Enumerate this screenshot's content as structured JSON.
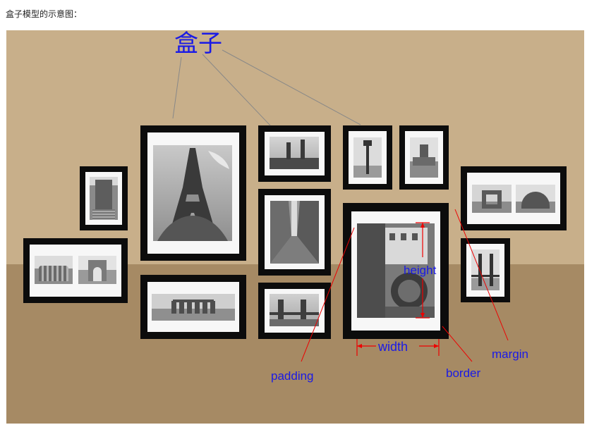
{
  "caption": "盒子模型的示意图：",
  "labels": {
    "box": "盒子",
    "height": "height",
    "width": "width",
    "padding": "padding",
    "border": "border",
    "margin": "margin"
  },
  "colors": {
    "wall": "#c8af8a",
    "floor": "#a68a64",
    "frame": "#0c0c0c",
    "mat": "#f7f7f7",
    "label_text": "#1a1ae6",
    "pointer_gray": "#888888",
    "pointer_red": "#ee0000"
  }
}
